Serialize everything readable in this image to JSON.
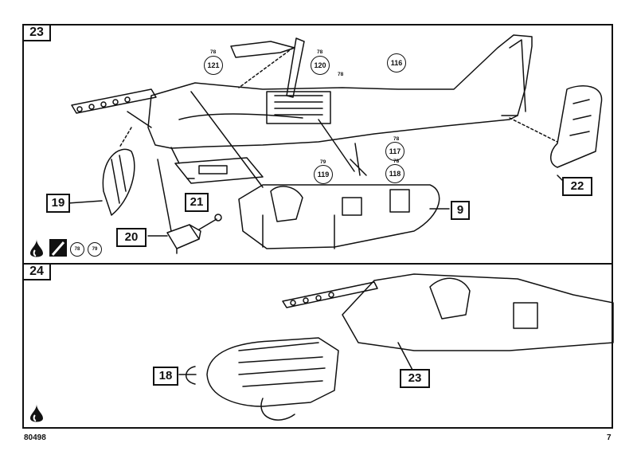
{
  "steps": {
    "step_a": "23",
    "step_b": "24"
  },
  "callouts": {
    "c19": "19",
    "c21": "21",
    "c20": "20",
    "c9": "9",
    "c22": "22",
    "c18": "18",
    "c23": "23"
  },
  "parts": [
    {
      "num": "121",
      "sprue": "78"
    },
    {
      "num": "120",
      "sprue": "78"
    },
    {
      "num": "116",
      "sprue": ""
    },
    {
      "num": "117",
      "sprue": "78"
    },
    {
      "num": "118",
      "sprue": "78"
    },
    {
      "num": "119",
      "sprue": "79"
    }
  ],
  "sprue_label_fuselage": "78",
  "paint": {
    "can_a": "78",
    "can_b": "79"
  },
  "icons": [
    "glue-drop-icon",
    "paint-brush-icon",
    "paint-can-icon"
  ],
  "footer": {
    "code": "80498",
    "page": "7"
  }
}
